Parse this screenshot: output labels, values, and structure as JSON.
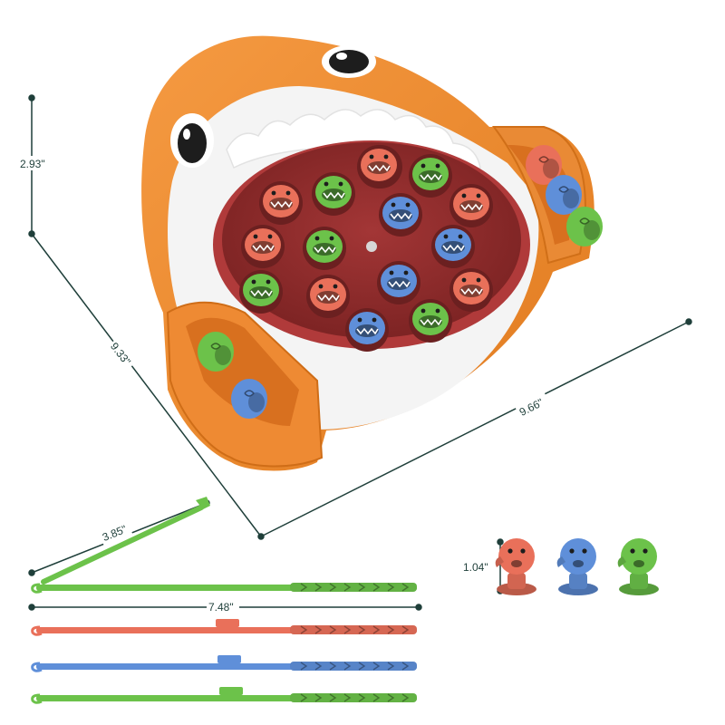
{
  "dimensions": {
    "height": "2.93\"",
    "depth": "9.33\"",
    "width": "9.66\"",
    "rod_handle_extension": "3.85\"",
    "rod_length": "7.48\"",
    "fish_height": "1.04\""
  },
  "colors": {
    "shark_orange": "#f08a2c",
    "shark_white": "#f4f4f4",
    "pond_red": "#8f2a2a",
    "fish_orange": "#e9705a",
    "fish_blue": "#5f8fd9",
    "fish_green": "#6cc24a",
    "dimension_line": "#1f3f3a"
  },
  "game": {
    "pond_fish_colors": [
      "orange",
      "green",
      "orange",
      "green",
      "orange",
      "blue",
      "orange",
      "green",
      "blue",
      "green",
      "orange",
      "blue",
      "orange",
      "green",
      "blue",
      "orange",
      "blue",
      "orange"
    ],
    "rod_colors": [
      "green",
      "orange",
      "blue",
      "green"
    ],
    "sample_fish_colors": [
      "orange",
      "blue",
      "green"
    ]
  }
}
